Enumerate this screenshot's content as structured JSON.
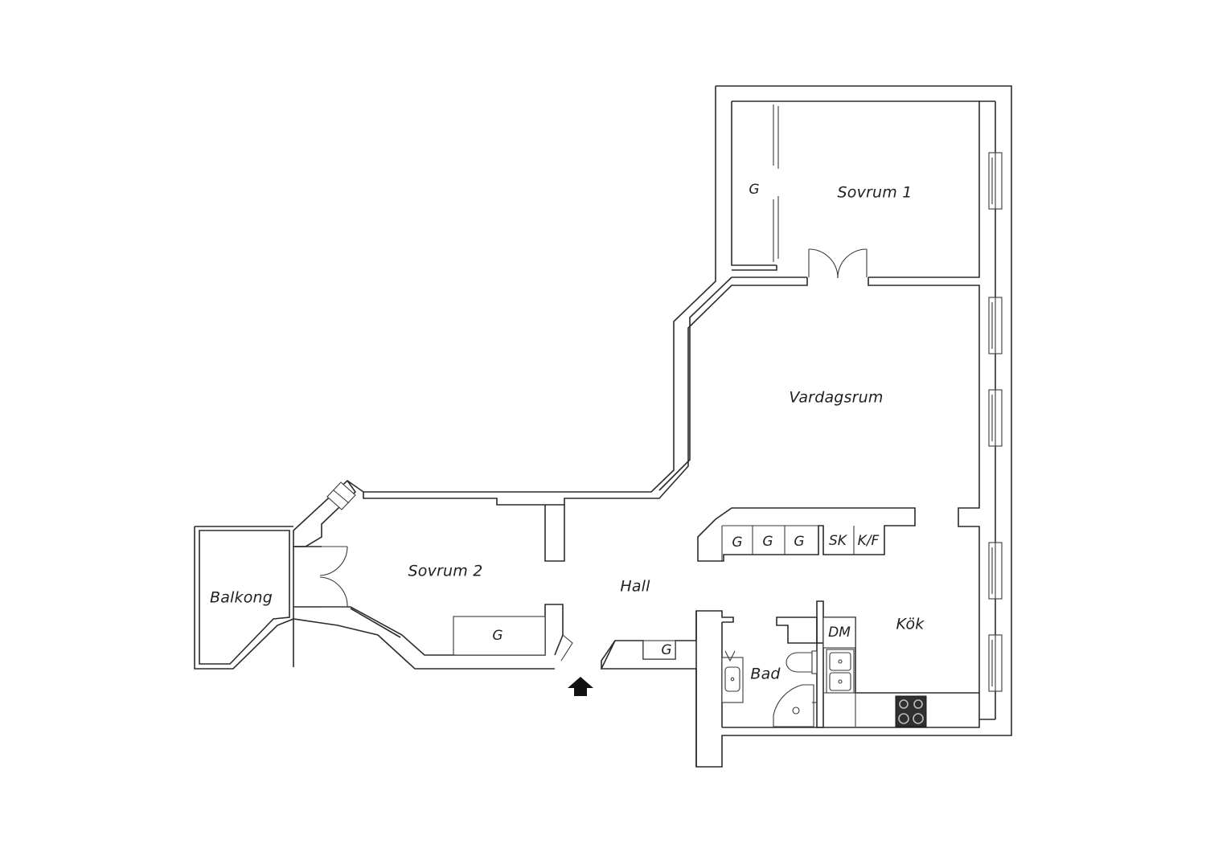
{
  "plan": {
    "rooms": {
      "sovrum1": "Sovrum 1",
      "sovrum2": "Sovrum 2",
      "vardagsrum": "Vardagsrum",
      "hall": "Hall",
      "kok": "Kök",
      "bad": "Bad",
      "balkong": "Balkong"
    },
    "fixtures": {
      "closet_sovrum1": "G",
      "closet_sovrum2": "G",
      "closet_hall": "G",
      "kitchen_cabinet_1": "G",
      "kitchen_cabinet_2": "G",
      "kitchen_cabinet_3": "G",
      "freezer": "SK",
      "fridge_freezer": "K/F",
      "dishwasher": "DM"
    },
    "entrance_icon": "entrance-arrow-icon"
  }
}
